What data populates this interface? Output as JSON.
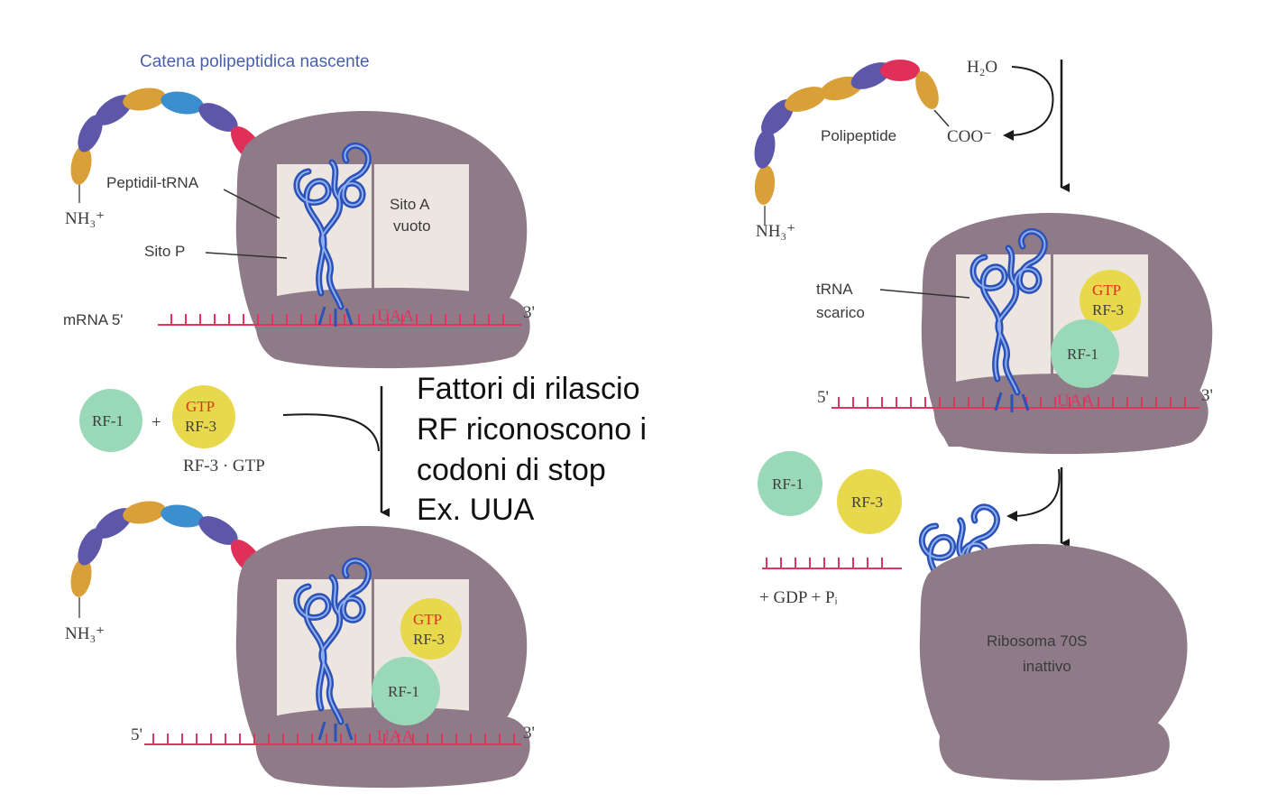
{
  "colors": {
    "ribosome": "#8f7b88",
    "site": "#ece5e0",
    "mrna": "#e0365e",
    "trna": "#2c52b8",
    "rf1": "#9ad9b7",
    "rf3": "#e8d84c",
    "gtp_text": "#e0301f",
    "bead_orange": "#d9a03a",
    "bead_purple": "#5d57aa",
    "bead_blue": "#3b8fcf",
    "bead_red": "#e0305a"
  },
  "panel1": {
    "title": "Catena polipeptidica nascente",
    "nh3": "NH₃⁺",
    "peptidil_trna": "Peptidil-tRNA",
    "sito_a_line1": "Sito A",
    "sito_a_line2": "vuoto",
    "sito_p": "Sito P",
    "mrna_label": "mRNA 5'",
    "three_prime": "3'",
    "codon": "UAA"
  },
  "reagents": {
    "rf1": "RF-1",
    "plus": "+",
    "gtp": "GTP",
    "rf3": "RF-3",
    "complex": "RF-3 · GTP"
  },
  "caption": {
    "line1": "Fattori di rilascio",
    "line2": "RF riconoscono i",
    "line3": "codoni di stop",
    "line4": "Ex. UUA"
  },
  "panel2": {
    "nh3": "NH₃⁺",
    "five_prime": "5'",
    "three_prime": "3'",
    "codon": "UAA",
    "gtp": "GTP",
    "rf3": "RF-3",
    "rf1": "RF-1"
  },
  "panel3": {
    "h2o": "H₂O",
    "polipeptide": "Polipeptide",
    "coo": "COO⁻",
    "nh3": "NH₃⁺",
    "trna_line1": "tRNA",
    "trna_line2": "scarico",
    "gtp": "GTP",
    "rf3": "RF-3",
    "rf1": "RF-1",
    "five_prime": "5'",
    "three_prime": "3'",
    "codon": "UAA"
  },
  "panel4": {
    "rf1": "RF-1",
    "rf3": "RF-3",
    "products": "+ GDP + Pᵢ",
    "ribosome_line1": "Ribosoma 70S",
    "ribosome_line2": "inattivo"
  }
}
